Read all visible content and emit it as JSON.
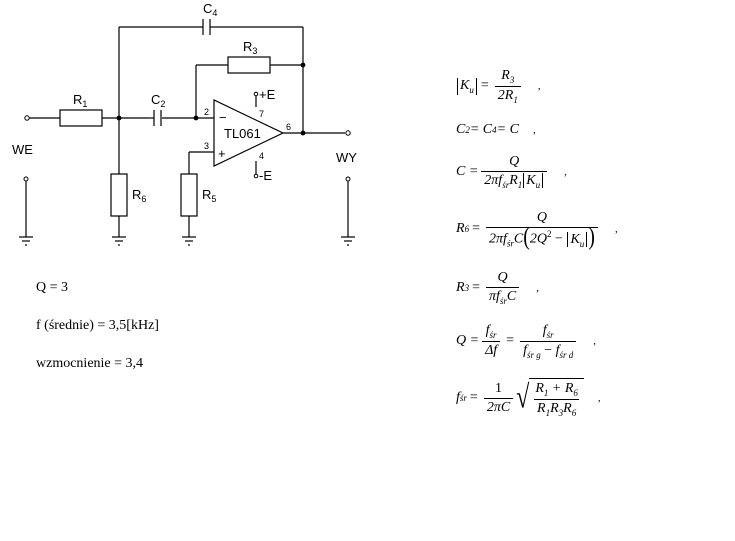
{
  "circuit": {
    "components": {
      "c4": "C",
      "c4_sub": "4",
      "r3": "R",
      "r3_sub": "3",
      "r1": "R",
      "r1_sub": "1",
      "c2": "C",
      "c2_sub": "2",
      "r6": "R",
      "r6_sub": "6",
      "r5": "R",
      "r5_sub": "5"
    },
    "opamp": {
      "name": "TL061",
      "minus": "−",
      "plus": "+",
      "pin_minus": "2",
      "pin_plus": "3",
      "pin_out": "6",
      "pin_vpos": "7",
      "pin_vneg": "4",
      "vpos": "+E",
      "vneg": "-E"
    },
    "input_label": "WE",
    "output_label": "WY"
  },
  "parameters": {
    "q": "Q = 3",
    "f": "f (średnie) = 3,5[kHz]",
    "gain": "wzmocnienie = 3,4"
  },
  "equations": {
    "separator": ",",
    "eq1": {
      "lhs": "K",
      "lhs_sub": "u",
      "eq": "=",
      "num": "R",
      "num_sub": "3",
      "den_pre": "2R",
      "den_sub": "1"
    },
    "eq2": {
      "text": "C",
      "sub2": "2",
      "mid": " = C",
      "sub4": "4",
      "end": " = C"
    },
    "eq3": {
      "lhs": "C =",
      "num": "Q",
      "den_a": "2πf",
      "den_sub": "śr",
      "den_b": "R",
      "den_b_sub": "1",
      "den_k": "K",
      "den_k_sub": "u"
    },
    "eq4": {
      "lhs": "R",
      "lhs_sub": "6",
      "eq": "=",
      "num": "Q",
      "den_a": "2πf",
      "den_sub": "śr",
      "den_c": "C",
      "den_paren_a": "2Q",
      "den_sup": "2",
      "den_minus": " − ",
      "den_k": "K",
      "den_k_sub": "u"
    },
    "eq5": {
      "lhs": "R",
      "lhs_sub": "3",
      "eq": "=",
      "num": "Q",
      "den_a": "πf",
      "den_sub": "śr",
      "den_c": "C"
    },
    "eq6": {
      "lhs": "Q =",
      "num1": "f",
      "num1_sub": "śr",
      "den1": "Δf",
      "eq": "=",
      "num2": "f",
      "num2_sub": "śr",
      "den2_a": "f",
      "den2_a_sub": "śr g",
      "den2_minus": " − ",
      "den2_b": "f",
      "den2_b_sub": "śr d"
    },
    "eq7": {
      "lhs": "f",
      "lhs_sub": "śr",
      "eq": "=",
      "num": "1",
      "den": "2πC",
      "rad_num_a": "R",
      "rad_num_a_sub": "1",
      "rad_plus": " + R",
      "rad_num_b_sub": "6",
      "rad_den_a": "R",
      "rad_den_a_sub": "1",
      "rad_den_b": "R",
      "rad_den_b_sub": "3",
      "rad_den_c": "R",
      "rad_den_c_sub": "6"
    }
  }
}
